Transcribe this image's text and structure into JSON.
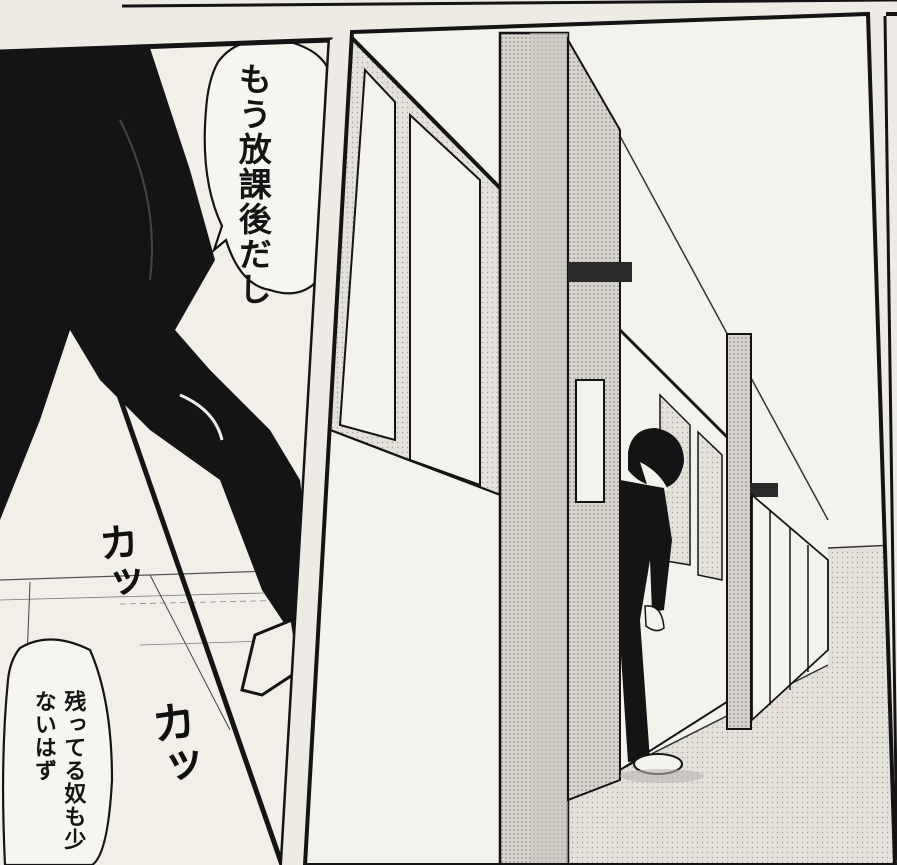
{
  "panels": [
    {
      "name": "left-panel",
      "bubbles": [
        {
          "text": "もう放課後だし"
        },
        {
          "text": "残ってる奴も少ないはず"
        }
      ],
      "sound_effects": [
        {
          "text": "カッ"
        },
        {
          "text": "カッ"
        }
      ]
    },
    {
      "name": "hallway-panel",
      "description_visible": false
    }
  ],
  "colors": {
    "paper": "#eeebe5",
    "ink": "#141414",
    "screentone": "#b9b6b1"
  }
}
